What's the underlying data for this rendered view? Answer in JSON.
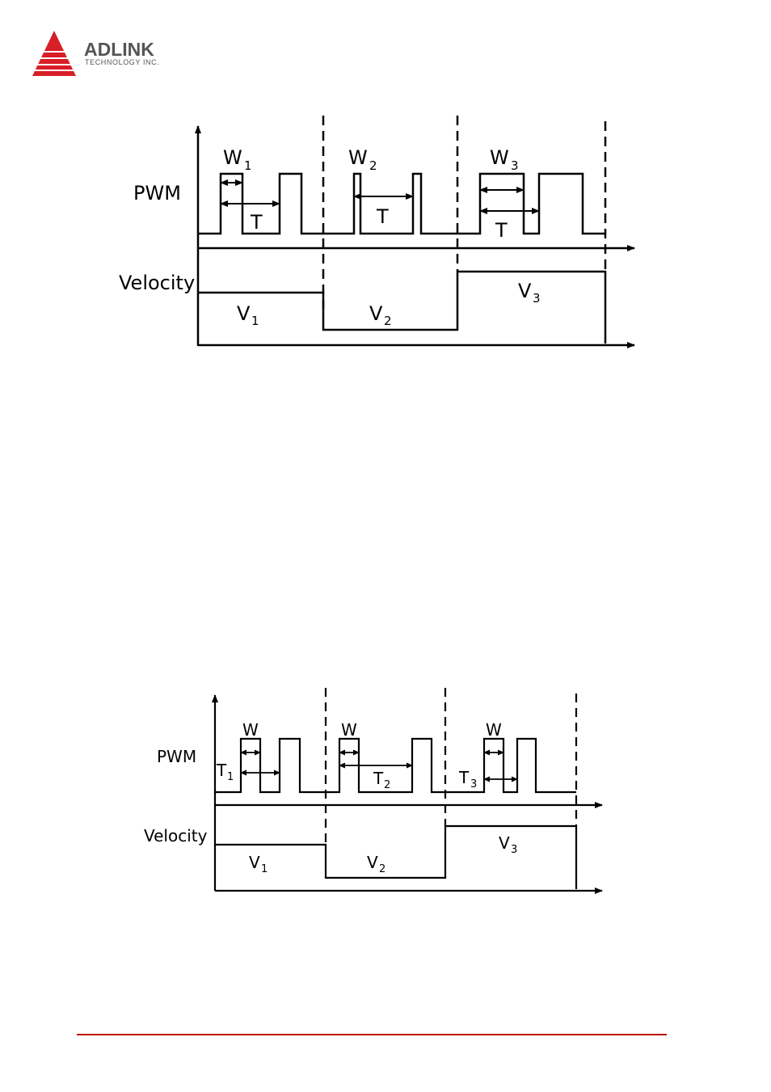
{
  "header": {
    "brand_name": "ADLINK",
    "brand_sub": "TECHNOLOGY INC.",
    "accent_color": "#d81e27",
    "text_color": "#555555"
  },
  "figure1": {
    "pwm_label": "PWM",
    "velocity_label": "Velocity",
    "w_labels": [
      "W",
      "W",
      "W"
    ],
    "w_subs": [
      "1",
      "2",
      "3"
    ],
    "t_labels": [
      "T",
      "T",
      "T"
    ],
    "v_labels": [
      "V",
      "V",
      "V"
    ],
    "v_subs": [
      "1",
      "2",
      "3"
    ]
  },
  "figure2": {
    "pwm_label": "PWM",
    "velocity_label": "Velocity",
    "w_labels": [
      "W",
      "W",
      "W"
    ],
    "t_labels": [
      "T",
      "T",
      "T"
    ],
    "t_subs": [
      "1",
      "2",
      "3"
    ],
    "v_labels": [
      "V",
      "V",
      "V"
    ],
    "v_subs": [
      "1",
      "2",
      "3"
    ]
  },
  "footer": {
    "rule_color": "#c00000"
  }
}
